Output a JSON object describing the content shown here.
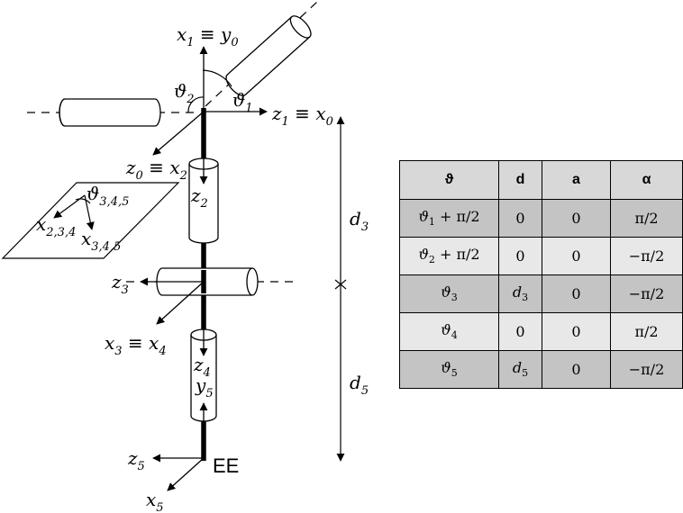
{
  "diagram": {
    "frame_labels": [
      {
        "id": "x1y0",
        "parts": [
          [
            "x",
            "1"
          ],
          [
            " ≡ ",
            ""
          ],
          [
            "y",
            "0"
          ]
        ]
      },
      {
        "id": "theta2",
        "parts": [
          [
            "ϑ",
            "2"
          ]
        ]
      },
      {
        "id": "theta1",
        "parts": [
          [
            "ϑ",
            "1"
          ]
        ]
      },
      {
        "id": "z1x0",
        "parts": [
          [
            "z",
            "1"
          ],
          [
            " ≡ ",
            ""
          ],
          [
            "x",
            "0"
          ]
        ]
      },
      {
        "id": "z0x2",
        "parts": [
          [
            "z",
            "0"
          ],
          [
            " ≡ ",
            ""
          ],
          [
            "x",
            "2"
          ]
        ]
      },
      {
        "id": "z2",
        "parts": [
          [
            "z",
            "2"
          ]
        ]
      },
      {
        "id": "theta345",
        "parts": [
          [
            "ϑ",
            "3,4,5"
          ]
        ]
      },
      {
        "id": "x234",
        "parts": [
          [
            "x",
            "2,3,4"
          ]
        ]
      },
      {
        "id": "x345",
        "parts": [
          [
            "x",
            "3,4,5"
          ]
        ]
      },
      {
        "id": "z3",
        "parts": [
          [
            "z",
            "3"
          ]
        ]
      },
      {
        "id": "x3x4",
        "parts": [
          [
            "x",
            "3"
          ],
          [
            " ≡ ",
            ""
          ],
          [
            "x",
            "4"
          ]
        ]
      },
      {
        "id": "z4",
        "parts": [
          [
            "z",
            "4"
          ]
        ]
      },
      {
        "id": "y5",
        "parts": [
          [
            "y",
            "5"
          ]
        ]
      },
      {
        "id": "z5",
        "parts": [
          [
            "z",
            "5"
          ]
        ]
      },
      {
        "id": "x5",
        "parts": [
          [
            "x",
            "5"
          ]
        ]
      },
      {
        "id": "d3",
        "parts": [
          [
            "d",
            "3"
          ]
        ]
      },
      {
        "id": "d5",
        "parts": [
          [
            "d",
            "5"
          ]
        ]
      }
    ],
    "end_effector_label": "EE"
  },
  "dh_table": {
    "headers": [
      "ϑ",
      "d",
      "a",
      "α"
    ],
    "rows": [
      {
        "theta": [
          [
            "ϑ",
            "1"
          ],
          [
            " + π/2",
            ""
          ]
        ],
        "d": [
          [
            "0",
            ""
          ]
        ],
        "a": "0",
        "alpha": "π/2"
      },
      {
        "theta": [
          [
            "ϑ",
            "2"
          ],
          [
            " + π/2",
            ""
          ]
        ],
        "d": [
          [
            "0",
            ""
          ]
        ],
        "a": "0",
        "alpha": "−π/2"
      },
      {
        "theta": [
          [
            "ϑ",
            "3"
          ]
        ],
        "d": [
          [
            "d",
            "3"
          ]
        ],
        "a": "0",
        "alpha": "−π/2"
      },
      {
        "theta": [
          [
            "ϑ",
            "4"
          ]
        ],
        "d": [
          [
            "0",
            ""
          ]
        ],
        "a": "0",
        "alpha": "π/2"
      },
      {
        "theta": [
          [
            "ϑ",
            "5"
          ]
        ],
        "d": [
          [
            "d",
            "5"
          ]
        ],
        "a": "0",
        "alpha": "−π/2"
      }
    ]
  }
}
